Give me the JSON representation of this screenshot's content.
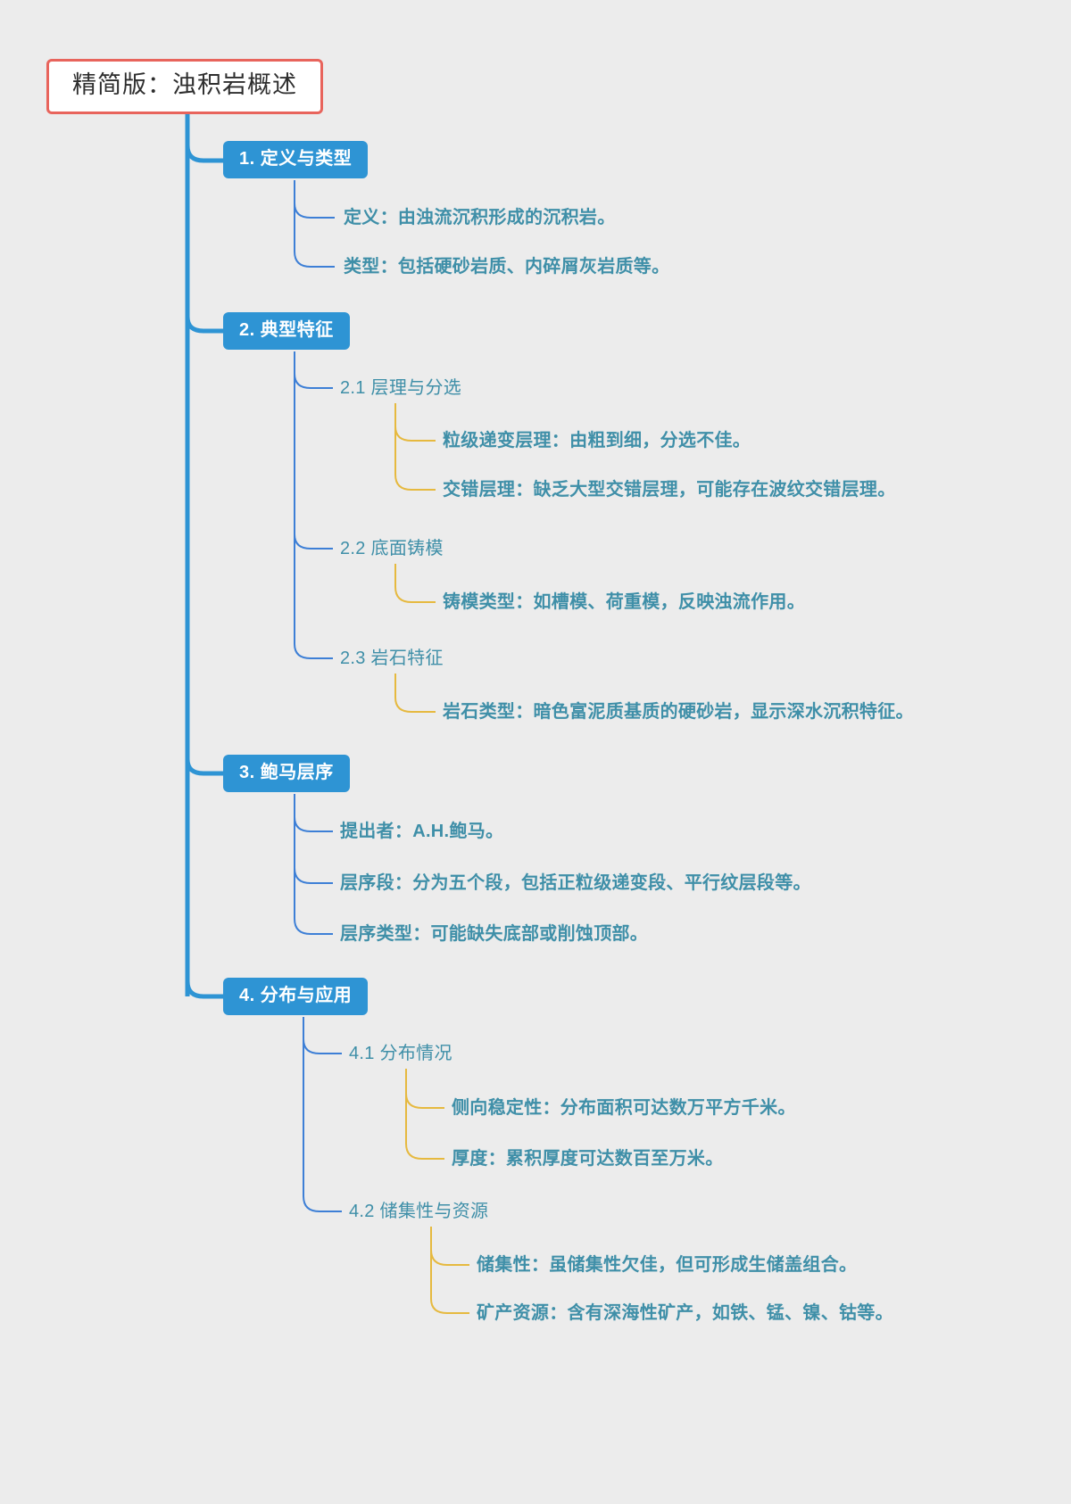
{
  "theme": {
    "background": "#ececec",
    "root_border": "#e8645c",
    "root_fill": "#ffffff",
    "root_text": "#2e2e2e",
    "level1_fill": "#2e94d4",
    "level1_text": "#ffffff",
    "branch_text": "#3f8fa8",
    "trunk_line": "#2e94d4",
    "branch_line": "#3d7fd6",
    "leaf_line": "#e6b93f"
  },
  "root": {
    "label": "精简版：浊积岩概述"
  },
  "branches": [
    {
      "label": "1. 定义与类型",
      "children": [
        {
          "label": "定义：由浊流沉积形成的沉积岩。",
          "children": []
        },
        {
          "label": "类型：包括硬砂岩质、内碎屑灰岩质等。",
          "children": []
        }
      ]
    },
    {
      "label": "2. 典型特征",
      "children": [
        {
          "label": "2.1 层理与分选",
          "children": [
            {
              "label": "粒级递变层理：由粗到细，分选不佳。"
            },
            {
              "label": "交错层理：缺乏大型交错层理，可能存在波纹交错层理。"
            }
          ]
        },
        {
          "label": "2.2 底面铸模",
          "children": [
            {
              "label": "铸模类型：如槽模、荷重模，反映浊流作用。"
            }
          ]
        },
        {
          "label": "2.3 岩石特征",
          "children": [
            {
              "label": "岩石类型：暗色富泥质基质的硬砂岩，显示深水沉积特征。"
            }
          ]
        }
      ]
    },
    {
      "label": "3. 鲍马层序",
      "children": [
        {
          "label": "提出者：A.H.鲍马。",
          "children": []
        },
        {
          "label": "层序段：分为五个段，包括正粒级递变段、平行纹层段等。",
          "children": []
        },
        {
          "label": "层序类型：可能缺失底部或削蚀顶部。",
          "children": []
        }
      ]
    },
    {
      "label": "4. 分布与应用",
      "children": [
        {
          "label": "4.1 分布情况",
          "children": [
            {
              "label": "侧向稳定性：分布面积可达数万平方千米。"
            },
            {
              "label": "厚度：累积厚度可达数百至万米。"
            }
          ]
        },
        {
          "label": "4.2 储集性与资源",
          "children": [
            {
              "label": "储集性：虽储集性欠佳，但可形成生储盖组合。"
            },
            {
              "label": "矿产资源：含有深海性矿产，如铁、锰、镍、钴等。"
            }
          ]
        }
      ]
    }
  ]
}
